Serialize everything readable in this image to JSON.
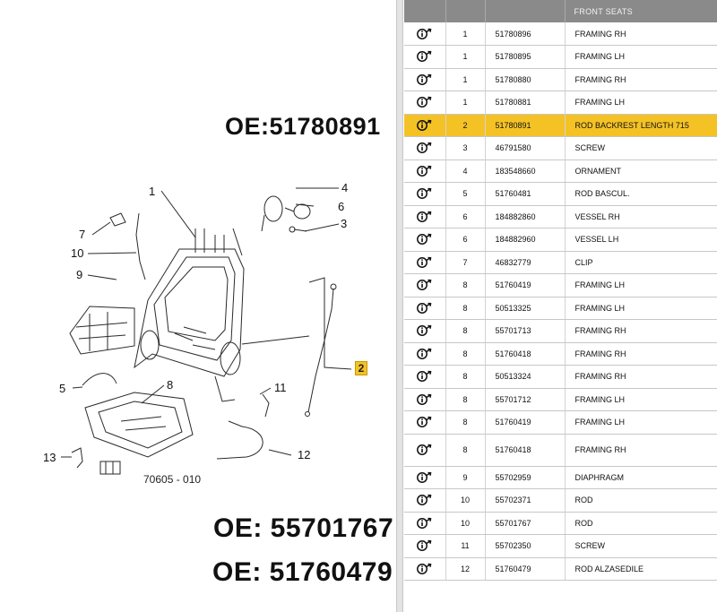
{
  "diagram": {
    "callouts": [
      "1",
      "4",
      "6",
      "3",
      "7",
      "10",
      "9",
      "5",
      "8",
      "11",
      "12",
      "13"
    ],
    "highlighted_callout": "2",
    "code": "70605 - 010",
    "oe_labels": [
      "OE:51780891",
      "OE: 55701767",
      "OE: 51760479"
    ]
  },
  "table": {
    "headers": [
      "",
      "",
      "",
      "FRONT SEATS"
    ],
    "rows": [
      {
        "qty": "1",
        "code": "51780896",
        "desc": "FRAMING RH"
      },
      {
        "qty": "1",
        "code": "51780895",
        "desc": "FRAMING LH"
      },
      {
        "qty": "1",
        "code": "51780880",
        "desc": "FRAMING RH"
      },
      {
        "qty": "1",
        "code": "51780881",
        "desc": "FRAMING LH"
      },
      {
        "qty": "2",
        "code": "51780891",
        "desc": "ROD BACKREST LENGTH 715"
      },
      {
        "qty": "3",
        "code": "46791580",
        "desc": "SCREW"
      },
      {
        "qty": "4",
        "code": "183548660",
        "desc": "ORNAMENT"
      },
      {
        "qty": "5",
        "code": "51760481",
        "desc": "ROD BASCUL."
      },
      {
        "qty": "6",
        "code": "184882860",
        "desc": "VESSEL RH"
      },
      {
        "qty": "6",
        "code": "184882960",
        "desc": "VESSEL LH"
      },
      {
        "qty": "7",
        "code": "46832779",
        "desc": "CLIP"
      },
      {
        "qty": "8",
        "code": "51760419",
        "desc": "FRAMING LH"
      },
      {
        "qty": "8",
        "code": "50513325",
        "desc": "FRAMING LH"
      },
      {
        "qty": "8",
        "code": "55701713",
        "desc": "FRAMING RH"
      },
      {
        "qty": "8",
        "code": "51760418",
        "desc": "FRAMING RH"
      },
      {
        "qty": "8",
        "code": "50513324",
        "desc": "FRAMING RH"
      },
      {
        "qty": "8",
        "code": "55701712",
        "desc": "FRAMING LH"
      },
      {
        "qty": "8",
        "code": "51760419",
        "desc": "FRAMING LH"
      },
      {
        "qty": "8",
        "code": "51760418",
        "desc": "FRAMING RH"
      },
      {
        "qty": "9",
        "code": "55702959",
        "desc": "DIAPHRAGM"
      },
      {
        "qty": "10",
        "code": "55702371",
        "desc": "ROD"
      },
      {
        "qty": "10",
        "code": "55701767",
        "desc": "ROD"
      },
      {
        "qty": "11",
        "code": "55702350",
        "desc": "SCREW"
      },
      {
        "qty": "12",
        "code": "51760479",
        "desc": "ROD ALZASEDILE"
      }
    ],
    "highlight_index": 4,
    "tall_index": 18,
    "icon": "info-arrow-icon",
    "colors": {
      "header": "#8a8a8a",
      "highlight": "#f4c225",
      "border": "#c7c7c7"
    }
  }
}
